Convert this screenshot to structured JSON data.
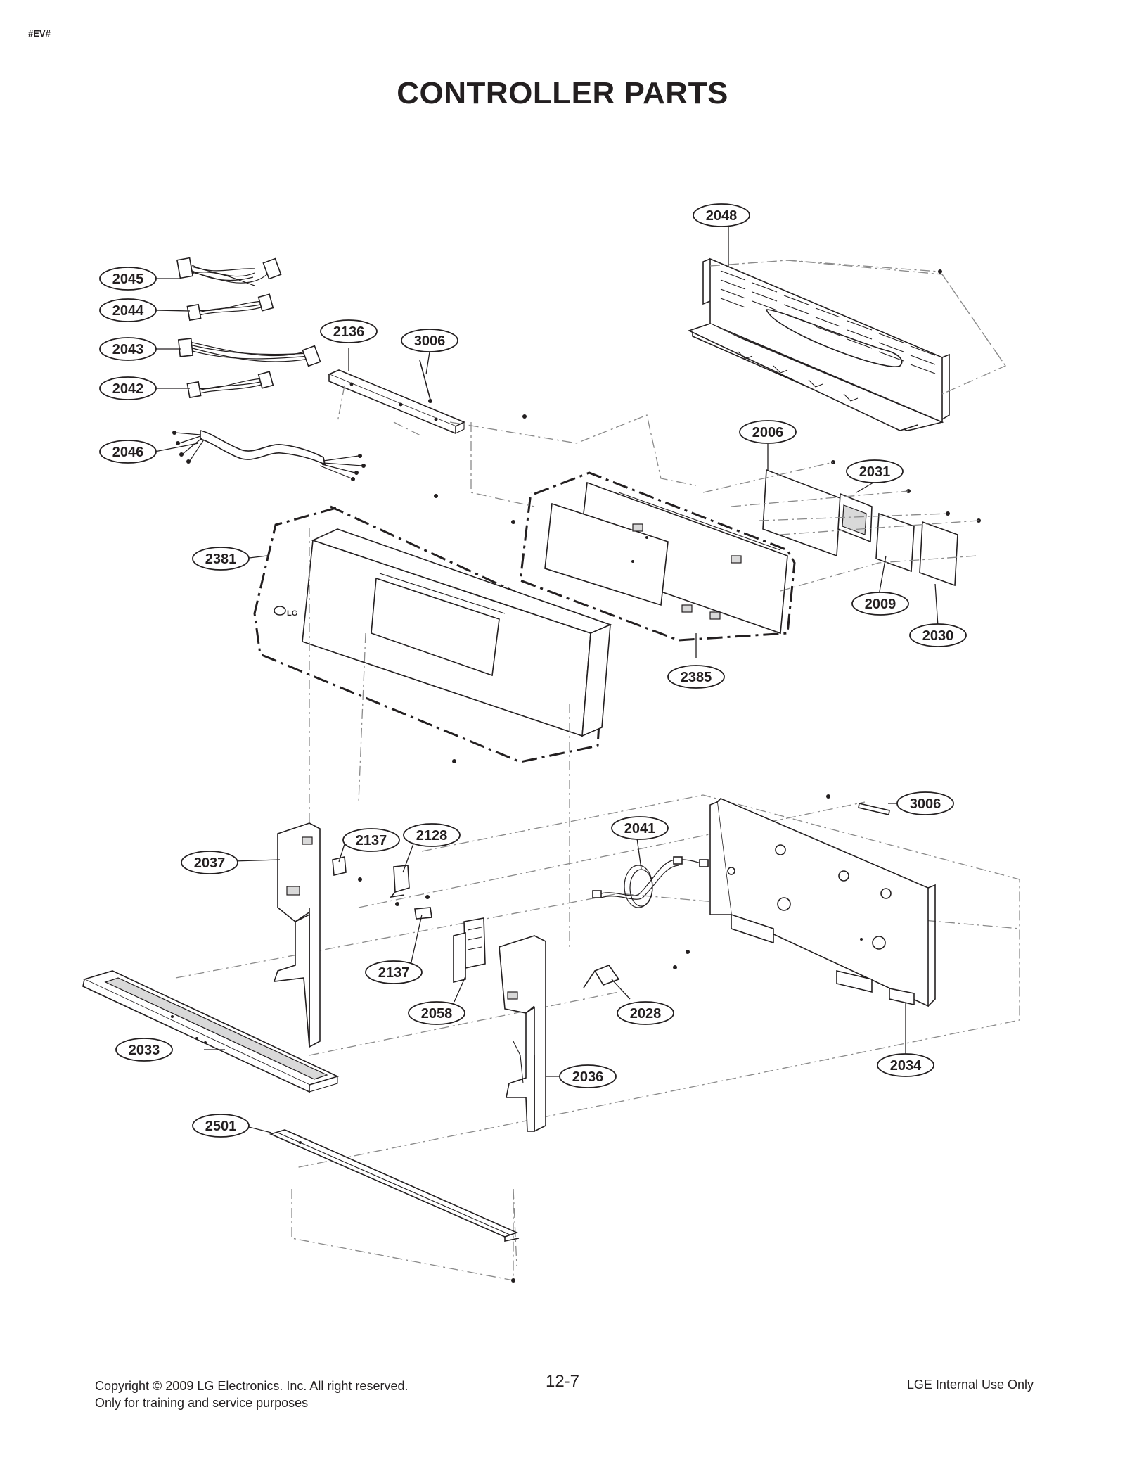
{
  "header": {
    "tag": "#EV#",
    "title": "CONTROLLER PARTS"
  },
  "footer": {
    "copyright": "Copyright © 2009 LG Electronics. Inc. All right reserved.",
    "purpose": "Only for training and service purposes",
    "page_number": "12-7",
    "internal": "LGE Internal Use Only"
  },
  "diagram": {
    "logo_text": "LG",
    "part_labels": {
      "p2048": "2048",
      "p2045": "2045",
      "p2044": "2044",
      "p2043": "2043",
      "p2042": "2042",
      "p2046": "2046",
      "p2136": "2136",
      "p3006a": "3006",
      "p2006": "2006",
      "p2031": "2031",
      "p2381": "2381",
      "p2009": "2009",
      "p2030": "2030",
      "p2385": "2385",
      "p3006b": "3006",
      "p2041": "2041",
      "p2137a": "2137",
      "p2128": "2128",
      "p2037": "2037",
      "p2137b": "2137",
      "p2058": "2058",
      "p2028": "2028",
      "p2033": "2033",
      "p2034": "2034",
      "p2036": "2036",
      "p2501": "2501"
    }
  }
}
